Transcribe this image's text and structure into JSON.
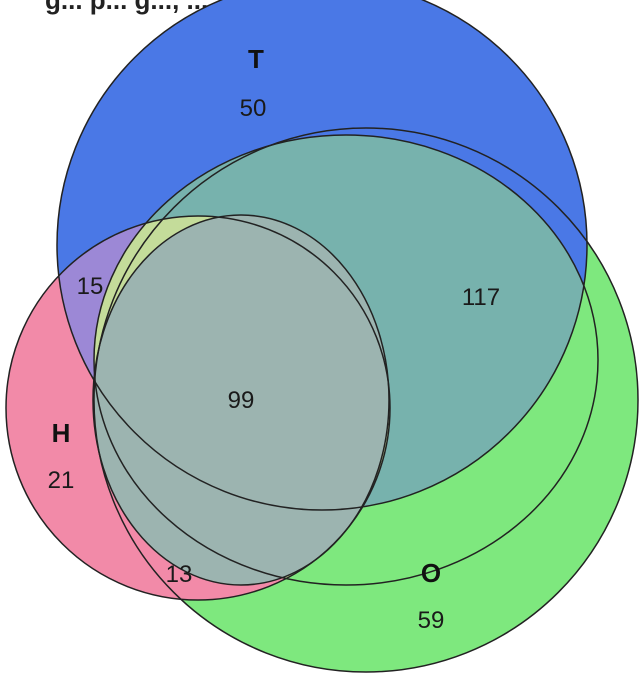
{
  "title_fragment": "g... p... g..., ...",
  "colors": {
    "T": "#4a78e6",
    "H": "#f28aa8",
    "O": "#7ee87e",
    "T_O": "#77b2ad",
    "T_H": "#9c88d6",
    "H_O": "#c4dc9a",
    "T_H_O": "#9cb4b0"
  },
  "sets": [
    {
      "id": "T",
      "label": "T",
      "only": "50"
    },
    {
      "id": "H",
      "label": "H",
      "only": "21"
    },
    {
      "id": "O",
      "label": "O",
      "only": "59"
    }
  ],
  "intersections": {
    "T_H": "15",
    "T_O": "117",
    "H_O": "13",
    "T_H_O": "99"
  }
}
